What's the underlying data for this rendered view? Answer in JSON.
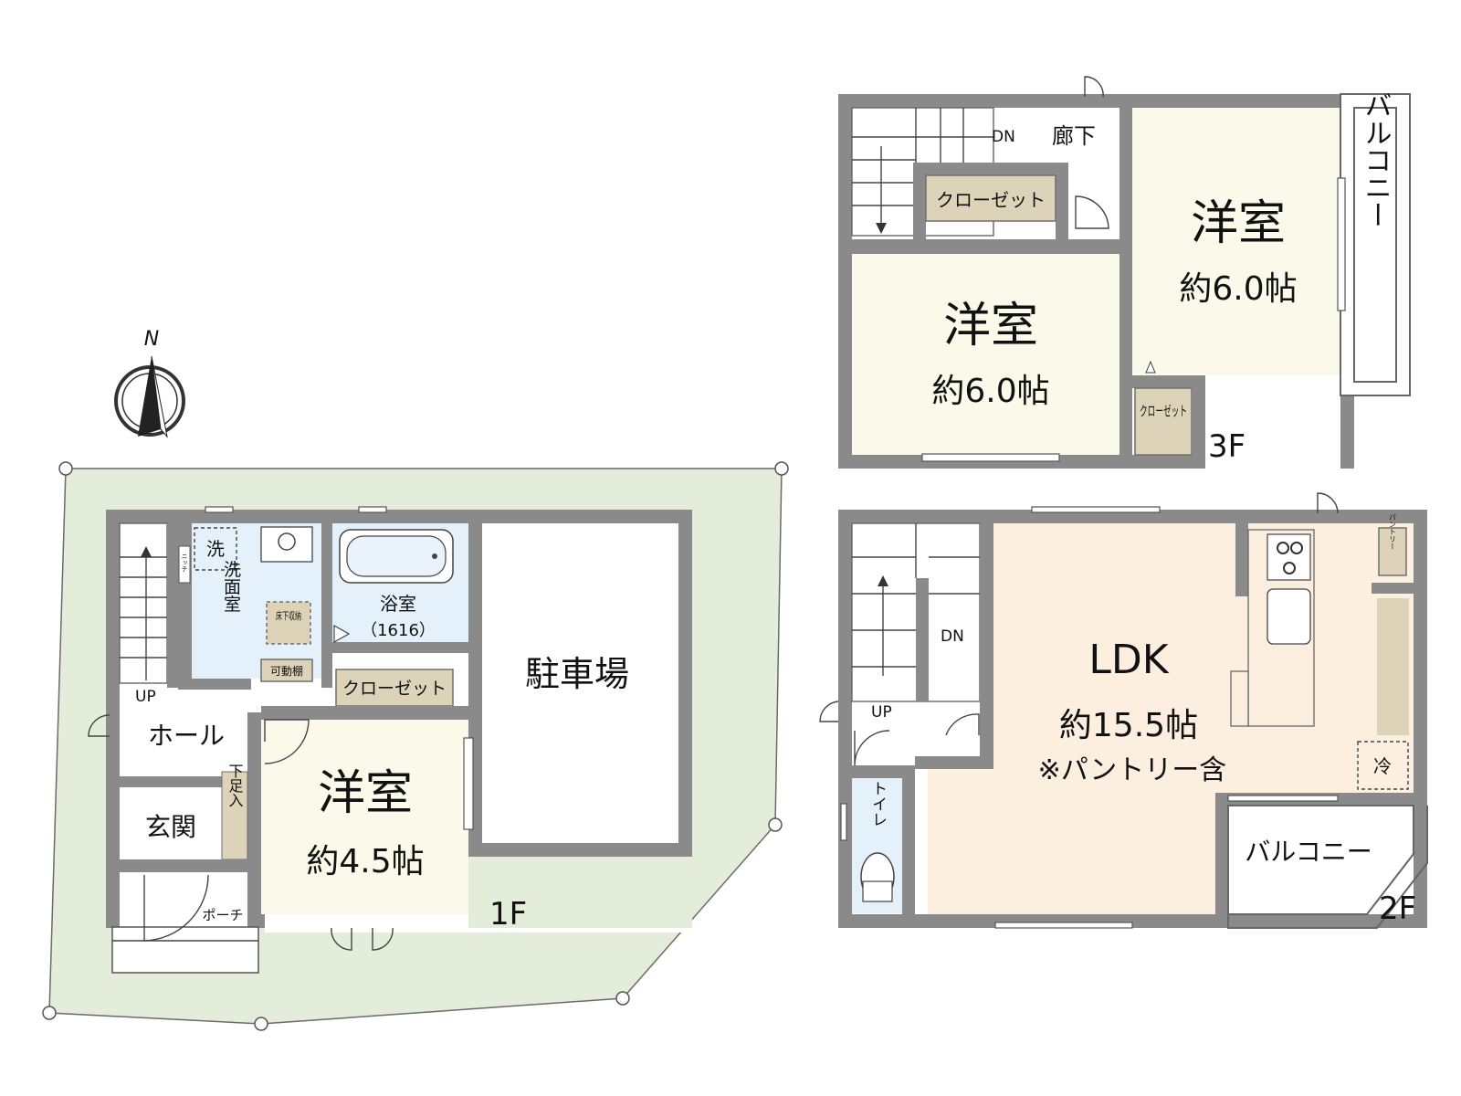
{
  "compass": {
    "north_label": "N"
  },
  "floor_1": {
    "label": "1F",
    "rooms": {
      "hall": "ホール",
      "entrance": "玄関",
      "shoe_storage": "下足入",
      "porch": "ポーチ",
      "up": "UP",
      "niche": "ニッチ",
      "washroom": "洗面室",
      "washer": "洗",
      "underfloor_storage": "床下収納",
      "adjustable_shelf": "可動棚",
      "bathroom": "浴室",
      "bathroom_size": "（1616）",
      "closet": "クローゼット",
      "western_room": "洋室",
      "western_room_size": "約4.5帖",
      "parking": "駐車場"
    }
  },
  "floor_2": {
    "label": "2F",
    "rooms": {
      "ldk": "LDK",
      "ldk_size": "約15.5帖",
      "ldk_note": "※パントリー含",
      "pantry": "パントリー",
      "fridge": "冷",
      "balcony": "バルコニー",
      "toilet": "トイレ",
      "up": "UP",
      "dn": "DN"
    }
  },
  "floor_3": {
    "label": "3F",
    "rooms": {
      "dn": "DN",
      "corridor": "廊下",
      "closet": "クローゼット",
      "closet_small": "クローゼット",
      "western_room_a": "洋室",
      "western_room_a_size": "約6.0帖",
      "western_room_b": "洋室",
      "western_room_b_size": "約6.0帖",
      "balcony": "バルコニー"
    }
  }
}
